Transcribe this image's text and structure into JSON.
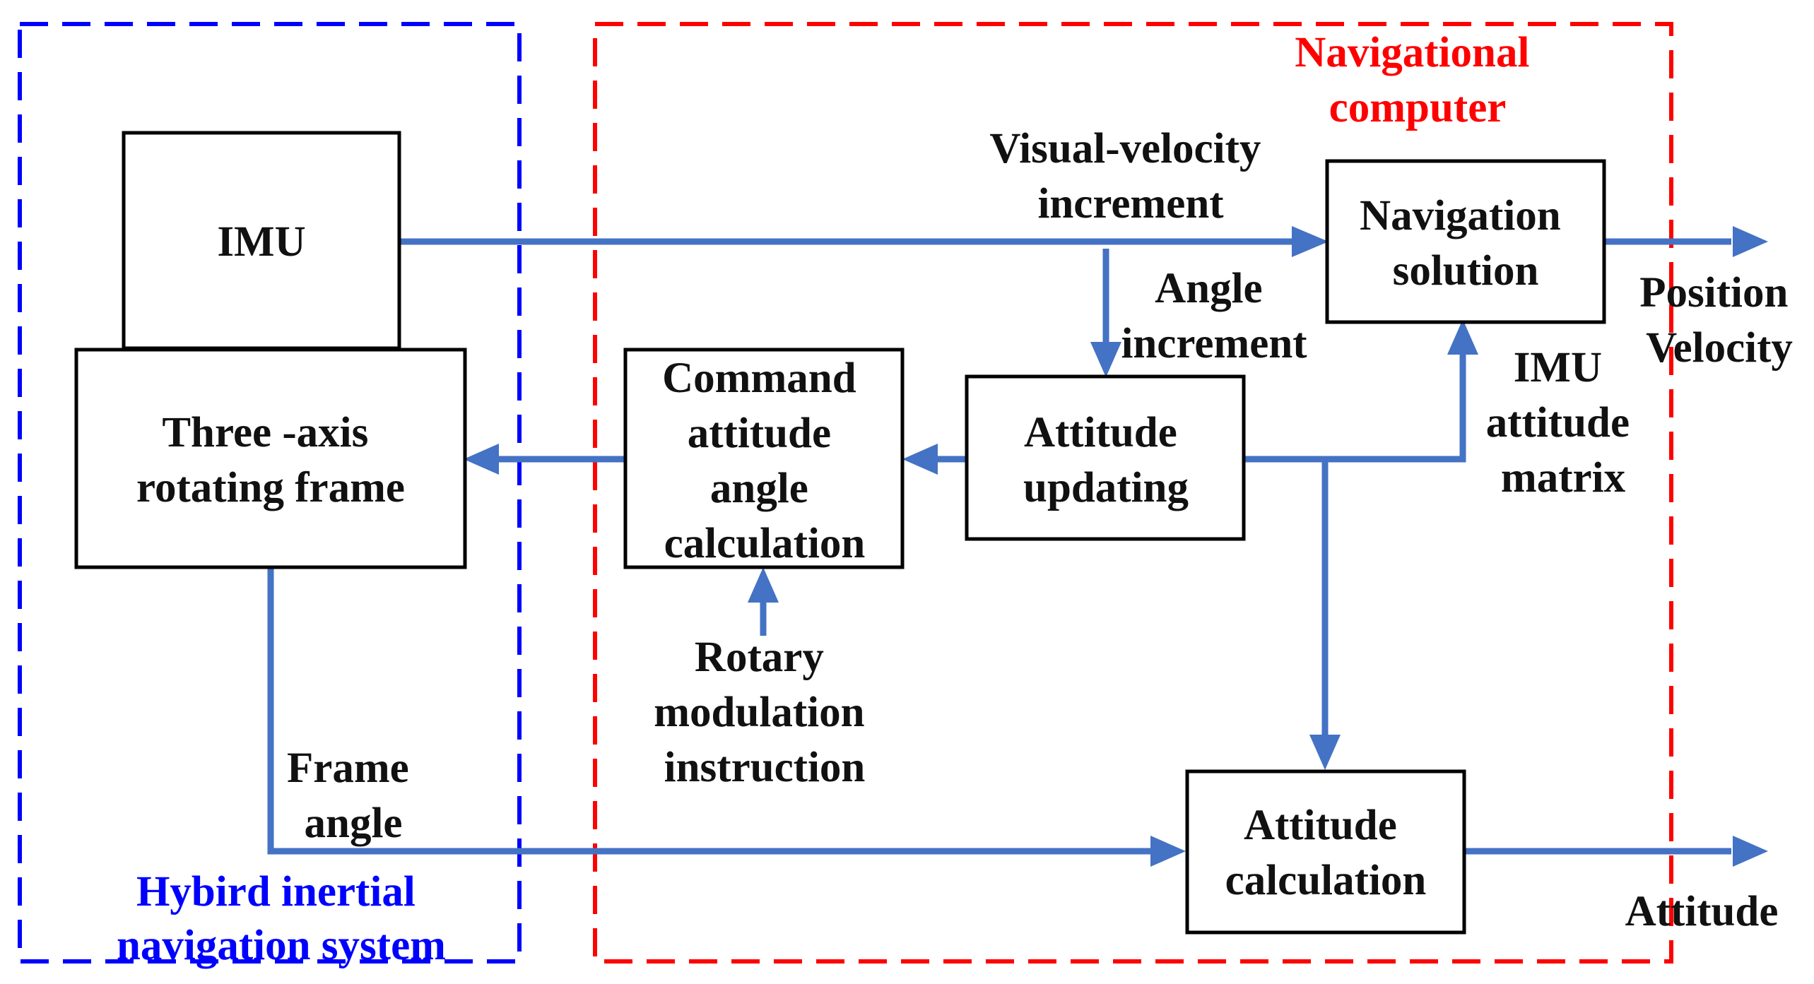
{
  "regions": {
    "hybrid": {
      "label_lines": [
        "Hybird inertial",
        "navigation system"
      ],
      "color": "#0000ff"
    },
    "computer": {
      "label_lines": [
        "Navigational",
        "computer"
      ],
      "color": "#ff0000"
    }
  },
  "blocks": {
    "imu": {
      "lines": [
        "IMU"
      ]
    },
    "frame": {
      "lines": [
        "Three -axis",
        "rotating frame"
      ]
    },
    "command": {
      "lines": [
        "Command",
        "attitude",
        "angle",
        "calculation"
      ]
    },
    "attitude_updating": {
      "lines": [
        "Attitude",
        "updating"
      ]
    },
    "navigation_solution": {
      "lines": [
        "Navigation",
        "solution"
      ]
    },
    "attitude_calculation": {
      "lines": [
        "Attitude",
        "calculation"
      ]
    }
  },
  "signals": {
    "visual_velocity": [
      "Visual-velocity",
      "increment"
    ],
    "angle_increment": [
      "Angle",
      "increment"
    ],
    "imu_attitude_matrix": [
      "IMU",
      "attitude",
      "matrix"
    ],
    "position_velocity": [
      "Position",
      "Velocity"
    ],
    "rotary_modulation": [
      "Rotary",
      "modulation",
      "instruction"
    ],
    "frame_angle": [
      "Frame",
      "angle"
    ],
    "attitude_out": [
      "Attitude"
    ]
  },
  "colors": {
    "arrow": "#4472c4",
    "box_stroke": "#000000"
  }
}
